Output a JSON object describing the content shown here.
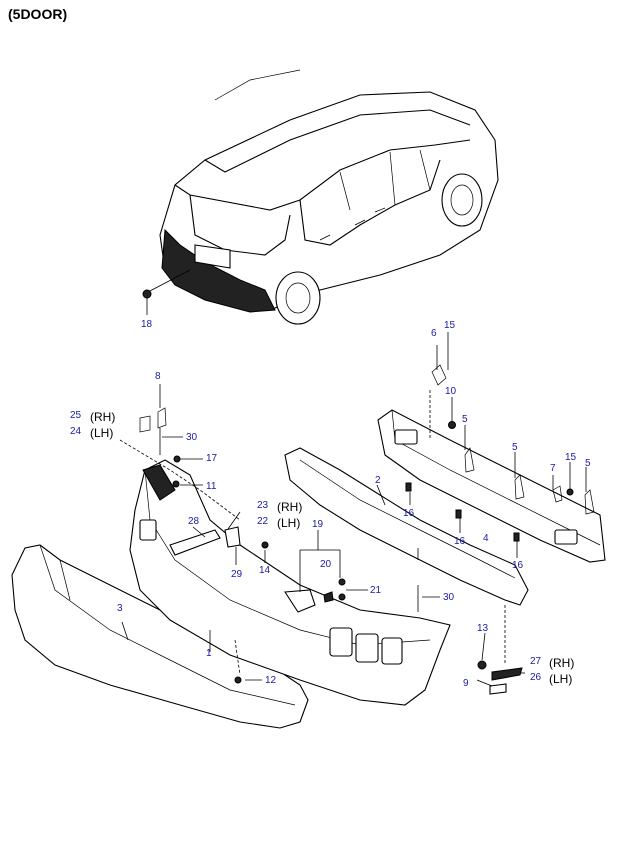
{
  "title": "(5DOOR)",
  "callouts": [
    {
      "id": "c1",
      "text": "1"
    },
    {
      "id": "c2",
      "text": "2"
    },
    {
      "id": "c3",
      "text": "3"
    },
    {
      "id": "c4",
      "text": "4"
    },
    {
      "id": "c5a",
      "text": "5"
    },
    {
      "id": "c5b",
      "text": "5"
    },
    {
      "id": "c5c",
      "text": "5"
    },
    {
      "id": "c6",
      "text": "6"
    },
    {
      "id": "c7",
      "text": "7"
    },
    {
      "id": "c8",
      "text": "8"
    },
    {
      "id": "c9",
      "text": "9"
    },
    {
      "id": "c10",
      "text": "10"
    },
    {
      "id": "c11",
      "text": "11"
    },
    {
      "id": "c12",
      "text": "12"
    },
    {
      "id": "c13",
      "text": "13"
    },
    {
      "id": "c14",
      "text": "14"
    },
    {
      "id": "c15a",
      "text": "15"
    },
    {
      "id": "c15b",
      "text": "15"
    },
    {
      "id": "c16a",
      "text": "16"
    },
    {
      "id": "c16b",
      "text": "16"
    },
    {
      "id": "c16c",
      "text": "16"
    },
    {
      "id": "c17",
      "text": "17"
    },
    {
      "id": "c18",
      "text": "18"
    },
    {
      "id": "c19",
      "text": "19"
    },
    {
      "id": "c20",
      "text": "20"
    },
    {
      "id": "c21",
      "text": "21"
    },
    {
      "id": "c22",
      "text": "22"
    },
    {
      "id": "c23",
      "text": "23"
    },
    {
      "id": "c24",
      "text": "24"
    },
    {
      "id": "c25",
      "text": "25"
    },
    {
      "id": "c26",
      "text": "26"
    },
    {
      "id": "c27",
      "text": "27"
    },
    {
      "id": "c28",
      "text": "28"
    },
    {
      "id": "c29",
      "text": "29"
    },
    {
      "id": "c30a",
      "text": "30"
    },
    {
      "id": "c30b",
      "text": "30"
    }
  ],
  "side_labels": {
    "rh": "(RH)",
    "lh": "(LH)"
  }
}
